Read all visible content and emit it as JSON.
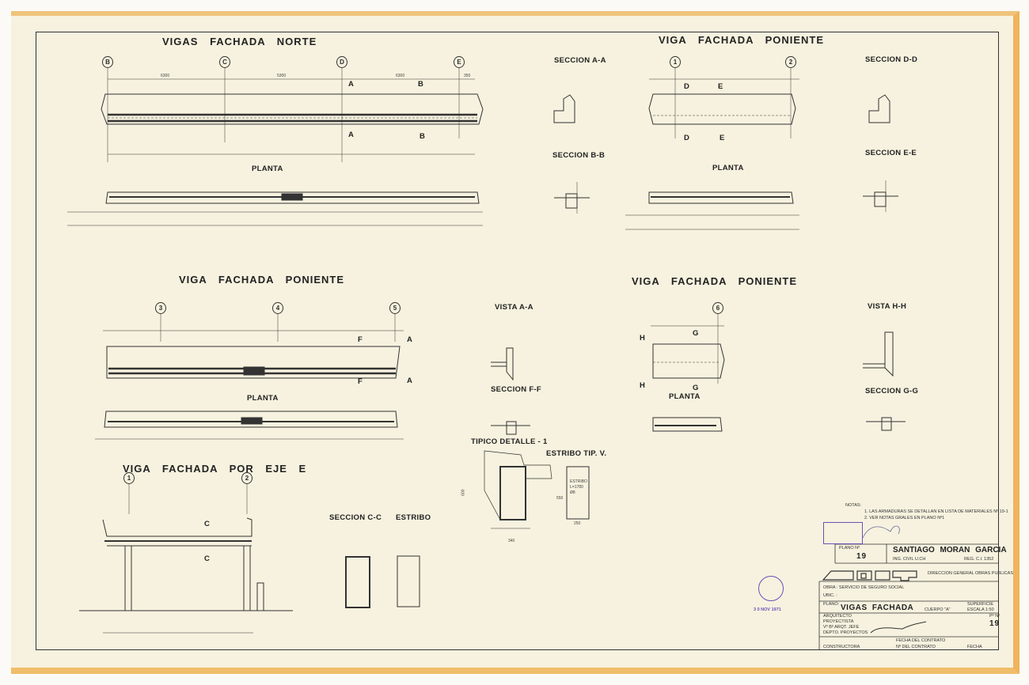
{
  "titles": {
    "norte": "VIGAS FACHADA NORTE",
    "poniente_top": "VIGA FACHADA PONIENTE",
    "poniente_mid_left": "VIGA FACHADA PONIENTE",
    "poniente_mid_right": "VIGA FACHADA PONIENTE",
    "eje_e": "VIGA FACHADA POR EJE E"
  },
  "sections": {
    "aa": "SECCION A-A",
    "bb": "SECCION B-B",
    "dd": "SECCION D-D",
    "ee": "SECCION E-E",
    "vista_aa": "VISTA A-A",
    "vista_hh": "VISTA H-H",
    "ff": "SECCION F-F",
    "gg": "SECCION G-G",
    "cc": "SECCION C-C",
    "estribo": "ESTRIBO",
    "detalle": "TIPICO DETALLE - 1",
    "estribo_tip": "ESTRIBO TIP. V."
  },
  "planta": "PLANTA",
  "axes": {
    "norte": [
      "B",
      "C",
      "D",
      "E"
    ],
    "poniente_top": [
      "1",
      "2"
    ],
    "poniente_mid": [
      "3",
      "4",
      "5"
    ],
    "poniente_right": [
      "6"
    ],
    "eje_e": [
      "1",
      "2"
    ]
  },
  "cut_marks": [
    "A",
    "B",
    "D",
    "E",
    "F",
    "G",
    "H",
    "C"
  ],
  "dimensions": {
    "norte_spans": [
      "6300",
      "5300",
      "6300",
      "350"
    ],
    "detalle_width": "340",
    "detalle_height": "600",
    "estribo_text": [
      "ESTRIBO",
      "L=1780",
      "Ø8"
    ],
    "estribo_height": "550",
    "estribo_width": "250"
  },
  "notes": {
    "heading": "NOTAS:",
    "lines": [
      "1. LAS ARMADURAS SE DETALLAN EN LISTA DE MATERIALES Nº 19-1",
      "2. VER NOTAS GRALES EN PLANO Nº1"
    ]
  },
  "title_block": {
    "plano_label": "PLANO Nº",
    "plano_number": "19",
    "engineer": "SANTIAGO MORAN GARCIA",
    "engineer_title": "ING. CIVIL U.CH",
    "registry": "REG. C.I. 1352",
    "logo": "MOPT",
    "direccion": "DIRECCION GENERAL OBRAS PUBLICAS",
    "obra": "OBRA : SERVICIO DE SEGURO SOCIAL",
    "ubic": "UBIC. :",
    "plano_field": "PLANO:",
    "plano_title": "VIGAS FACHADA",
    "cuerpo": "CUERPO \"A\"",
    "superficie": "SUPERFICIE",
    "escala": "ESCALA 1:50",
    "arquitecto": [
      "ARQUITECTO",
      "PROYECTISTA",
      "Vº Bº ARQT. JEFE",
      "DEPTO. PROYECTOS"
    ],
    "pn_label": "Pº Nº",
    "pn_value": "19",
    "fecha_contrato": "FECHA DEL CONTRATO",
    "n_contrato": "Nº DEL CONTRATO",
    "constructora": "CONSTRUCTORA",
    "fecha": "FECHA"
  },
  "stamps": {
    "date": "3 0 NOV 1971"
  },
  "colors": {
    "paper": "#f6f2df",
    "border": "#efb45c",
    "stamp": "#6a4fb8",
    "ink": "#2a2a2a"
  }
}
